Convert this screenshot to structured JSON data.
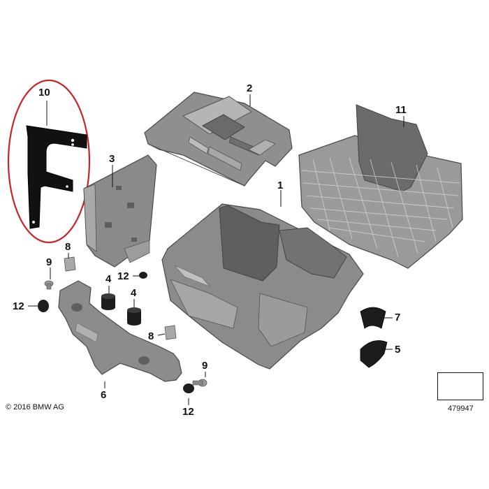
{
  "callouts": {
    "n1": "1",
    "n2": "2",
    "n3": "3",
    "n4a": "4",
    "n4b": "4",
    "n5": "5",
    "n6": "6",
    "n7": "7",
    "n8a": "8",
    "n8b": "8",
    "n9a": "9",
    "n9b": "9",
    "n10": "10",
    "n11": "11",
    "n12a": "12",
    "n12b": "12",
    "n12c": "12"
  },
  "footer": {
    "copyright": "© 2016 BMW AG",
    "figure_number": "479947"
  },
  "colors": {
    "part_fill": "#8e8e8e",
    "part_dark": "#5f5f5f",
    "part_light": "#b3b3b3",
    "bracket_fill": "#111111",
    "highlight_ring": "#c8232a"
  }
}
